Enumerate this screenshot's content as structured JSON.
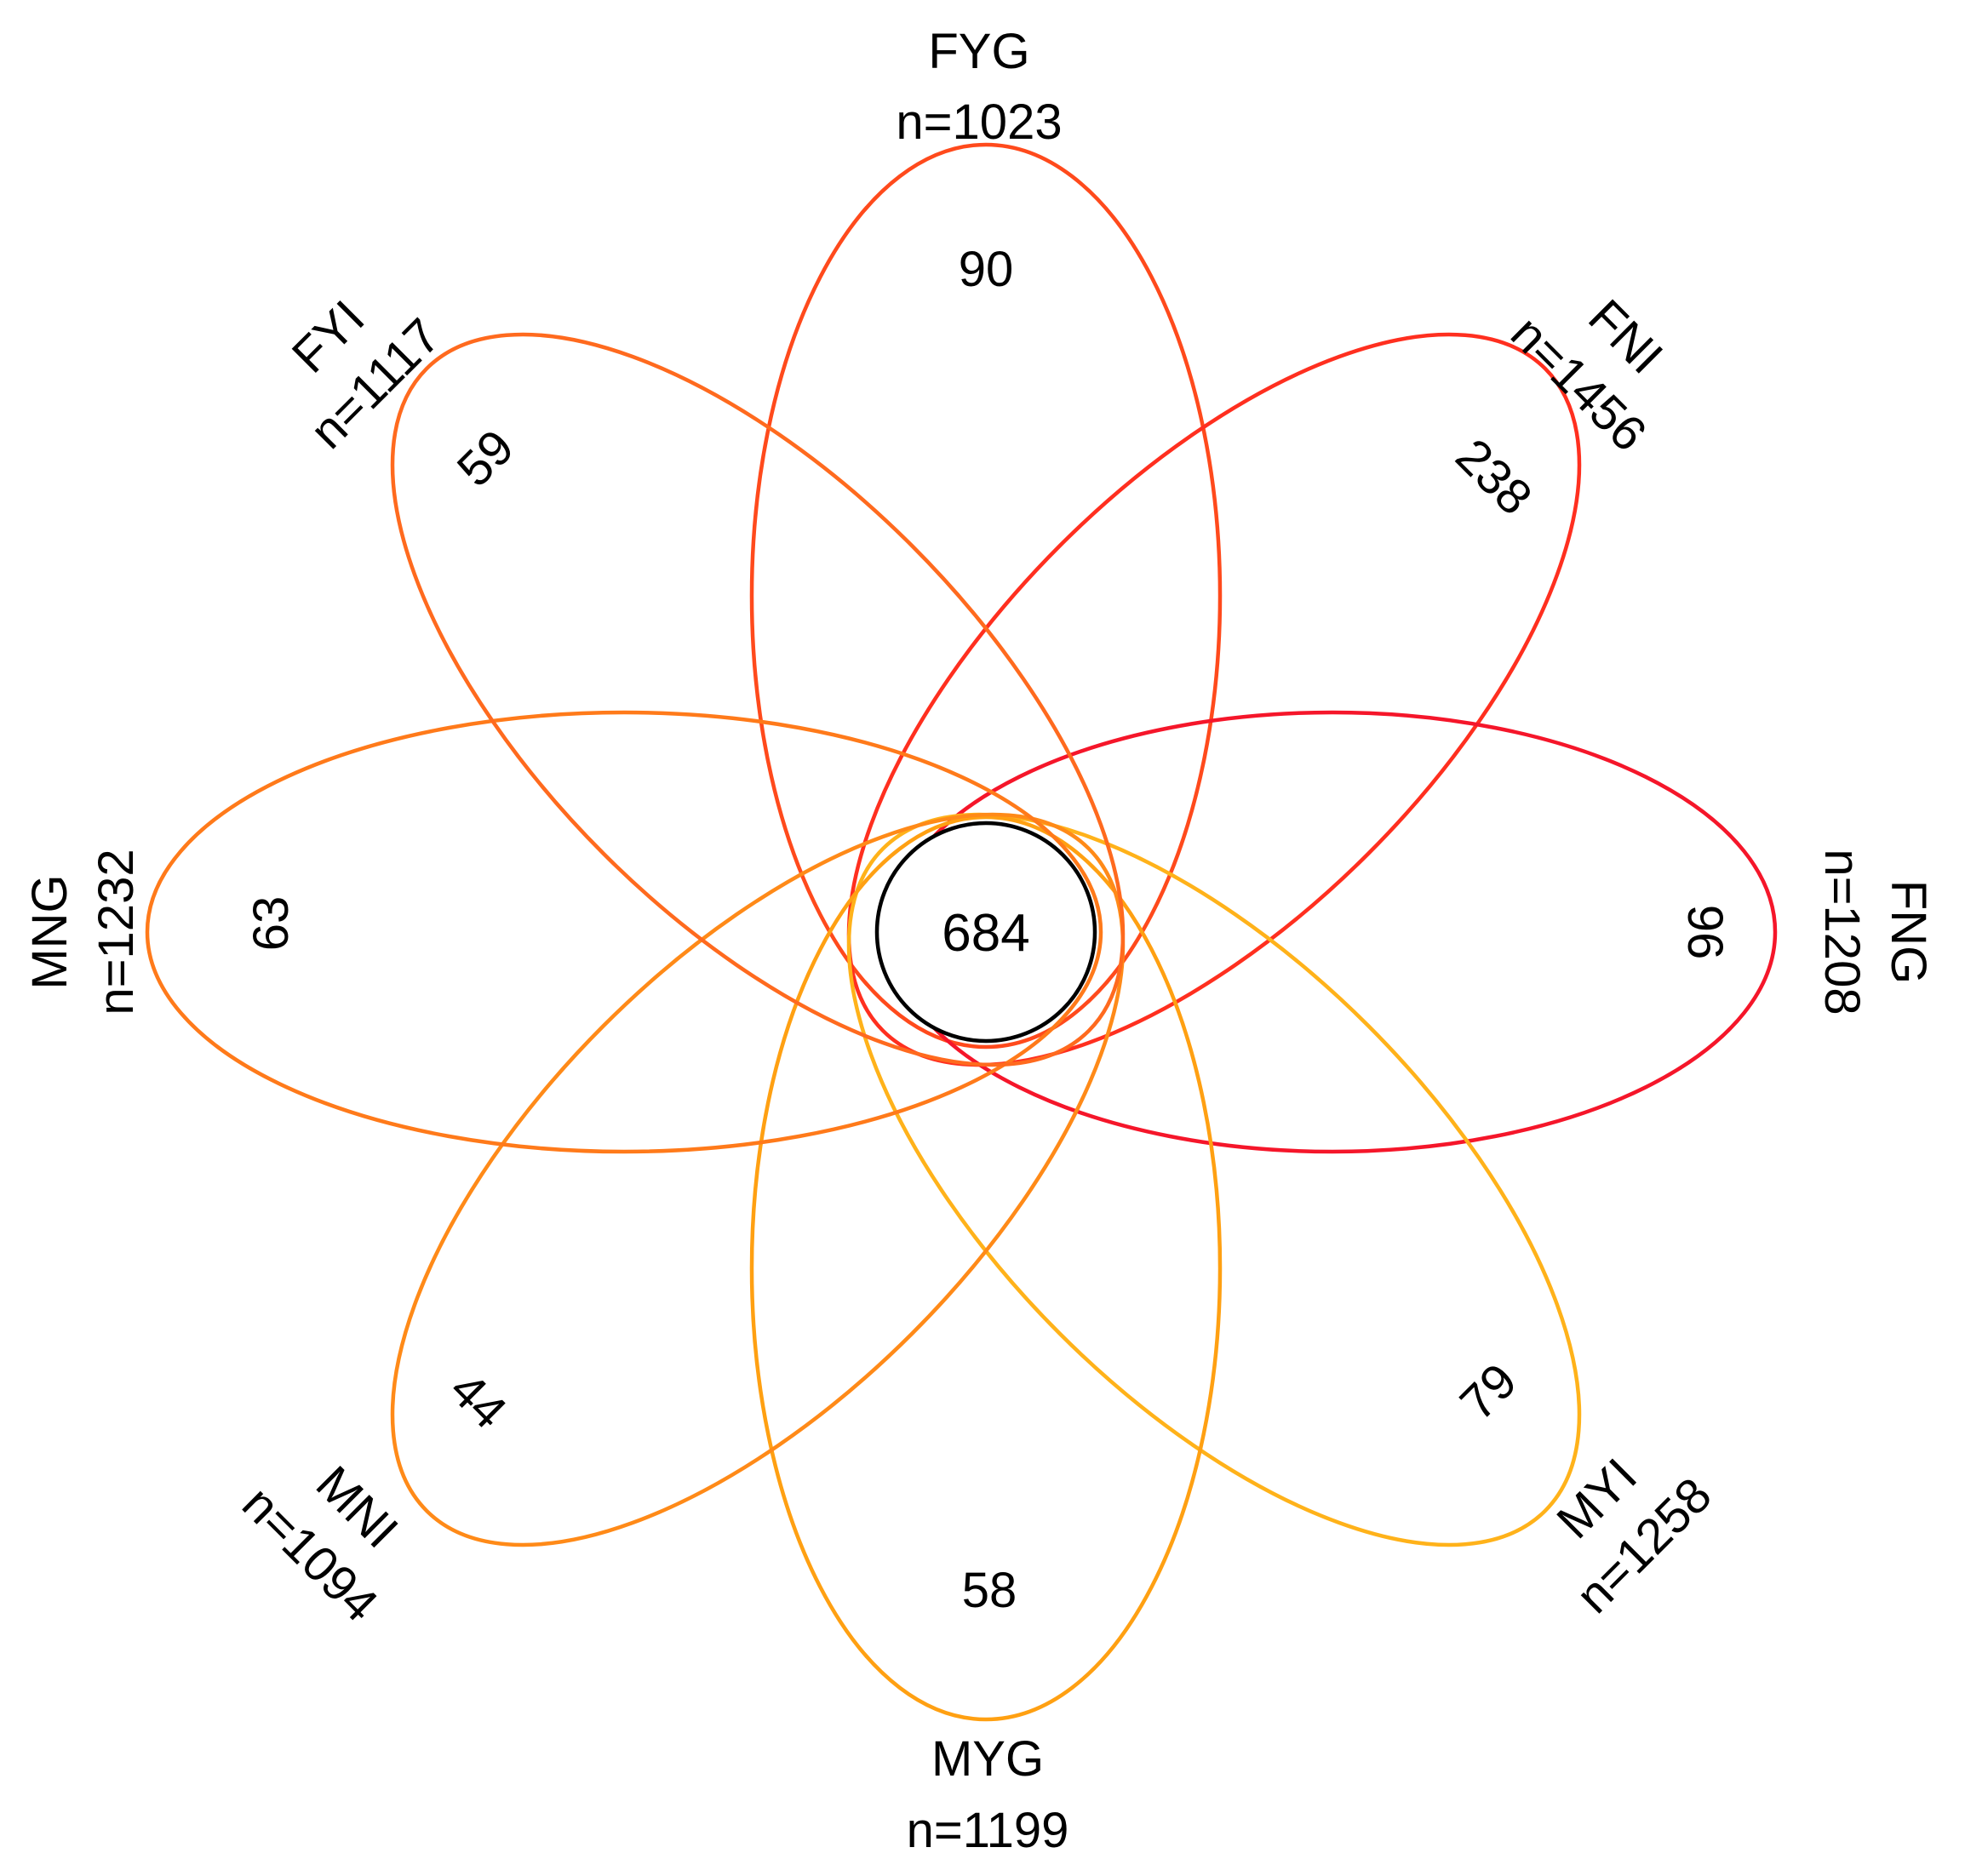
{
  "sets": [
    {
      "id": "fyg",
      "name": "FYG",
      "n_label": "n=1023",
      "unique": "90",
      "color": "#FF4A1C"
    },
    {
      "id": "fni",
      "name": "FNI",
      "n_label": "n=1456",
      "unique": "238",
      "color": "#FF2F1F"
    },
    {
      "id": "fng",
      "name": "FNG",
      "n_label": "n=1208",
      "unique": "96",
      "color": "#F5162A"
    },
    {
      "id": "myi",
      "name": "MYI",
      "n_label": "n=1258",
      "unique": "79",
      "color": "#FFB21A"
    },
    {
      "id": "myg",
      "name": "MYG",
      "n_label": "n=1199",
      "unique": "58",
      "color": "#FFA012"
    },
    {
      "id": "mni",
      "name": "MNI",
      "n_label": "n=1094",
      "unique": "44",
      "color": "#FF8A18"
    },
    {
      "id": "mng",
      "name": "MNG",
      "n_label": "n=1232",
      "unique": "63",
      "color": "#FF7A1A"
    },
    {
      "id": "fyi",
      "name": "FYI",
      "n_label": "n=1117",
      "unique": "59",
      "color": "#FF6A1E"
    }
  ],
  "intersection_all": "684"
}
